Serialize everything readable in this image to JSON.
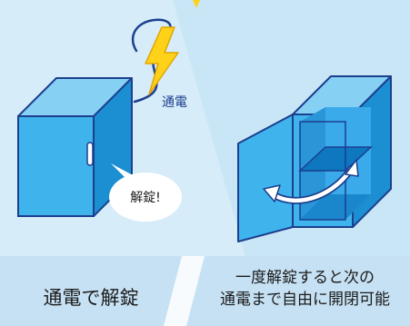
{
  "labels": {
    "power_tag": "通電",
    "unlock_bubble": "解錠!"
  },
  "captions": {
    "left": "通電で解錠",
    "right_line1": "一度解錠すると次の",
    "right_line2": "通電まで自由に開閉可能"
  },
  "colors": {
    "panel_left": "#d6ecf8",
    "panel_right": "#c9e6f6",
    "caption_band": "#c6e1f3",
    "box_front": "#3fb4ec",
    "box_side": "#1c8fd2",
    "box_top": "#86d0f4",
    "outline": "#1c3f8e",
    "bolt": "#ffd21a",
    "arrow": "#ffffff"
  }
}
